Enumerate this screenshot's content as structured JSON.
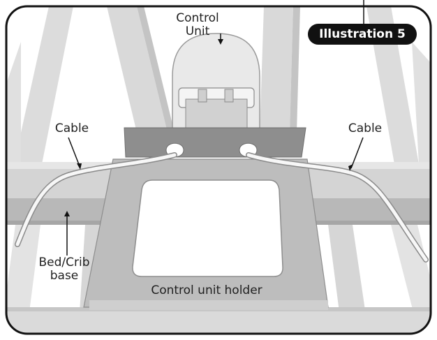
{
  "illustration": {
    "badge": "Illustration 5",
    "labels": {
      "control_unit_line1": "Control",
      "control_unit_line2": "Unit",
      "cable_left": "Cable",
      "cable_right": "Cable",
      "base_line1": "Bed/Crib",
      "base_line2": "base",
      "holder": "Control unit holder"
    },
    "colors": {
      "outline": "#111111",
      "rail_light": "#e6e6e6",
      "rail_mid": "#c9c9c9",
      "rail_dark": "#a9a9a9",
      "holder_face": "#bdbdbd",
      "holder_top": "#8f8f8f",
      "cable": "#f7f7f7"
    }
  }
}
